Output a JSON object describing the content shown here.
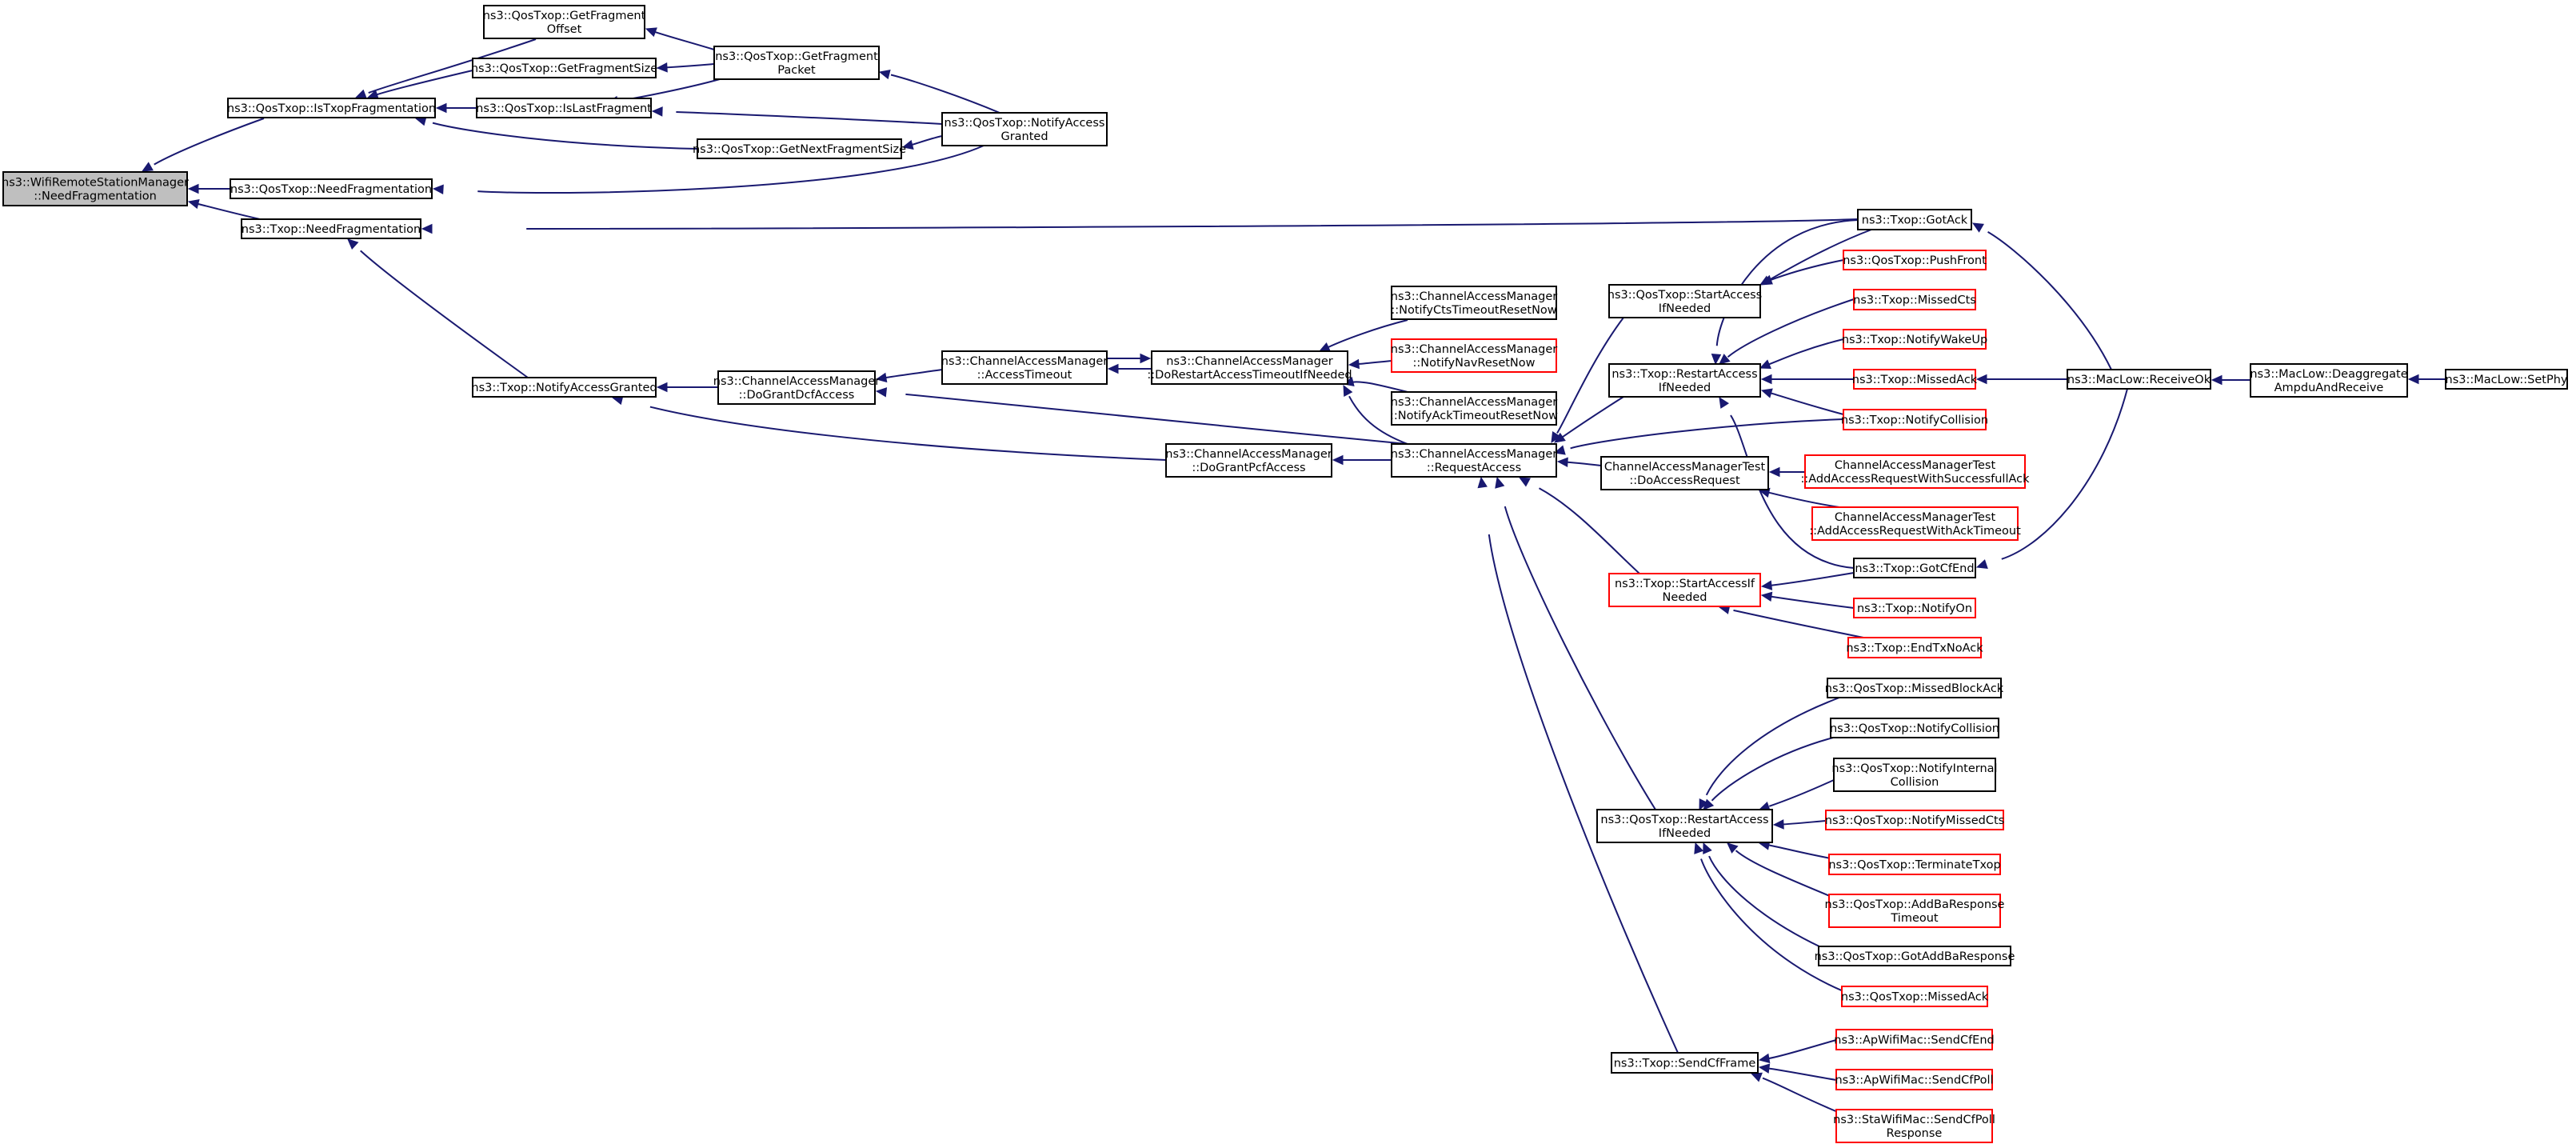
{
  "colors": {
    "edge": "#191970",
    "root_fill": "#bfbfbf",
    "node_fill": "#ffffff",
    "node_border": "#000000",
    "incomplete_border": "#ff0000"
  },
  "nodes": [
    {
      "id": "root",
      "lines": [
        "ns3::WifiRemoteStationManager",
        "::NeedFragmentation"
      ],
      "style": "root"
    },
    {
      "id": "qIsTxopFrag",
      "lines": [
        "ns3::QosTxop::IsTxopFragmentation"
      ],
      "style": "normal"
    },
    {
      "id": "qNeedFrag",
      "lines": [
        "ns3::QosTxop::NeedFragmentation"
      ],
      "style": "normal"
    },
    {
      "id": "tNeedFrag",
      "lines": [
        "ns3::Txop::NeedFragmentation"
      ],
      "style": "normal"
    },
    {
      "id": "qGetFragOffset",
      "lines": [
        "ns3::QosTxop::GetFragment",
        "Offset"
      ],
      "style": "normal"
    },
    {
      "id": "qGetFragSize",
      "lines": [
        "ns3::QosTxop::GetFragmentSize"
      ],
      "style": "normal"
    },
    {
      "id": "qIsLastFrag",
      "lines": [
        "ns3::QosTxop::IsLastFragment"
      ],
      "style": "normal"
    },
    {
      "id": "qGetNextFragSize",
      "lines": [
        "ns3::QosTxop::GetNextFragmentSize"
      ],
      "style": "normal"
    },
    {
      "id": "qGetFragPacket",
      "lines": [
        "ns3::QosTxop::GetFragment",
        "Packet"
      ],
      "style": "normal"
    },
    {
      "id": "qNotifyAccessGranted",
      "lines": [
        "ns3::QosTxop::NotifyAccess",
        "Granted"
      ],
      "style": "normal"
    },
    {
      "id": "tGotAck",
      "lines": [
        "ns3::Txop::GotAck"
      ],
      "style": "normal"
    },
    {
      "id": "tNotifyAccessGranted",
      "lines": [
        "ns3::Txop::NotifyAccessGranted"
      ],
      "style": "normal"
    },
    {
      "id": "camDoGrantDcf",
      "lines": [
        "ns3::ChannelAccessManager",
        "::DoGrantDcfAccess"
      ],
      "style": "normal"
    },
    {
      "id": "camAccessTimeout",
      "lines": [
        "ns3::ChannelAccessManager",
        "::AccessTimeout"
      ],
      "style": "normal"
    },
    {
      "id": "camDoRestart",
      "lines": [
        "ns3::ChannelAccessManager",
        "::DoRestartAccessTimeoutIfNeeded"
      ],
      "style": "normal"
    },
    {
      "id": "camNotifyCts",
      "lines": [
        "ns3::ChannelAccessManager",
        "::NotifyCtsTimeoutResetNow"
      ],
      "style": "normal"
    },
    {
      "id": "camNotifyNav",
      "lines": [
        "ns3::ChannelAccessManager",
        "::NotifyNavResetNow"
      ],
      "style": "red"
    },
    {
      "id": "camNotifyAck",
      "lines": [
        "ns3::ChannelAccessManager",
        "::NotifyAckTimeoutResetNow"
      ],
      "style": "normal"
    },
    {
      "id": "camDoGrantPcf",
      "lines": [
        "ns3::ChannelAccessManager",
        "::DoGrantPcfAccess"
      ],
      "style": "normal"
    },
    {
      "id": "camRequestAccess",
      "lines": [
        "ns3::ChannelAccessManager",
        "::RequestAccess"
      ],
      "style": "normal"
    },
    {
      "id": "qStartAccess",
      "lines": [
        "ns3::QosTxop::StartAccess",
        "IfNeeded"
      ],
      "style": "normal"
    },
    {
      "id": "tRestartAccess",
      "lines": [
        "ns3::Txop::RestartAccess",
        "IfNeeded"
      ],
      "style": "normal"
    },
    {
      "id": "camtDoAccess",
      "lines": [
        "ChannelAccessManagerTest",
        "::DoAccessRequest"
      ],
      "style": "normal"
    },
    {
      "id": "tStartAccess",
      "lines": [
        "ns3::Txop::StartAccessIf",
        "Needed"
      ],
      "style": "red"
    },
    {
      "id": "qRestartAccess",
      "lines": [
        "ns3::QosTxop::RestartAccess",
        "IfNeeded"
      ],
      "style": "normal"
    },
    {
      "id": "tSendCfFrame",
      "lines": [
        "ns3::Txop::SendCfFrame"
      ],
      "style": "normal"
    },
    {
      "id": "qPushFront",
      "lines": [
        "ns3::QosTxop::PushFront"
      ],
      "style": "red"
    },
    {
      "id": "tMissedCts",
      "lines": [
        "ns3::Txop::MissedCts"
      ],
      "style": "red"
    },
    {
      "id": "tNotifyWakeUp",
      "lines": [
        "ns3::Txop::NotifyWakeUp"
      ],
      "style": "red"
    },
    {
      "id": "tMissedAck",
      "lines": [
        "ns3::Txop::MissedAck"
      ],
      "style": "red"
    },
    {
      "id": "tNotifyCollision",
      "lines": [
        "ns3::Txop::NotifyCollision"
      ],
      "style": "red"
    },
    {
      "id": "camtSuccess",
      "lines": [
        "ChannelAccessManagerTest",
        "::AddAccessRequestWithSuccessfullAck"
      ],
      "style": "red"
    },
    {
      "id": "camtTimeout",
      "lines": [
        "ChannelAccessManagerTest",
        "::AddAccessRequestWithAckTimeout"
      ],
      "style": "red"
    },
    {
      "id": "tGotCfEnd",
      "lines": [
        "ns3::Txop::GotCfEnd"
      ],
      "style": "normal"
    },
    {
      "id": "tNotifyOn",
      "lines": [
        "ns3::Txop::NotifyOn"
      ],
      "style": "red"
    },
    {
      "id": "tEndTxNoAck",
      "lines": [
        "ns3::Txop::EndTxNoAck"
      ],
      "style": "red"
    },
    {
      "id": "qMissedBlockAck",
      "lines": [
        "ns3::QosTxop::MissedBlockAck"
      ],
      "style": "normal"
    },
    {
      "id": "qNotifyCollision",
      "lines": [
        "ns3::QosTxop::NotifyCollision"
      ],
      "style": "normal"
    },
    {
      "id": "qNotifyInternal",
      "lines": [
        "ns3::QosTxop::NotifyInternal",
        "Collision"
      ],
      "style": "normal"
    },
    {
      "id": "qNotifyMissedCts",
      "lines": [
        "ns3::QosTxop::NotifyMissedCts"
      ],
      "style": "red"
    },
    {
      "id": "qTerminateTxop",
      "lines": [
        "ns3::QosTxop::TerminateTxop"
      ],
      "style": "red"
    },
    {
      "id": "qAddBaTimeout",
      "lines": [
        "ns3::QosTxop::AddBaResponse",
        "Timeout"
      ],
      "style": "red"
    },
    {
      "id": "qGotAddBa",
      "lines": [
        "ns3::QosTxop::GotAddBaResponse"
      ],
      "style": "normal"
    },
    {
      "id": "qMissedAck",
      "lines": [
        "ns3::QosTxop::MissedAck"
      ],
      "style": "red"
    },
    {
      "id": "apSendCfEnd",
      "lines": [
        "ns3::ApWifiMac::SendCfEnd"
      ],
      "style": "red"
    },
    {
      "id": "apSendCfPoll",
      "lines": [
        "ns3::ApWifiMac::SendCfPoll"
      ],
      "style": "red"
    },
    {
      "id": "staSendCfPoll",
      "lines": [
        "ns3::StaWifiMac::SendCfPoll",
        "Response"
      ],
      "style": "red"
    },
    {
      "id": "macReceiveOk",
      "lines": [
        "ns3::MacLow::ReceiveOk"
      ],
      "style": "normal"
    },
    {
      "id": "macDeagg",
      "lines": [
        "ns3::MacLow::Deaggregate",
        "AmpduAndReceive"
      ],
      "style": "normal"
    },
    {
      "id": "macSetPhy",
      "lines": [
        "ns3::MacLow::SetPhy"
      ],
      "style": "normal"
    }
  ]
}
